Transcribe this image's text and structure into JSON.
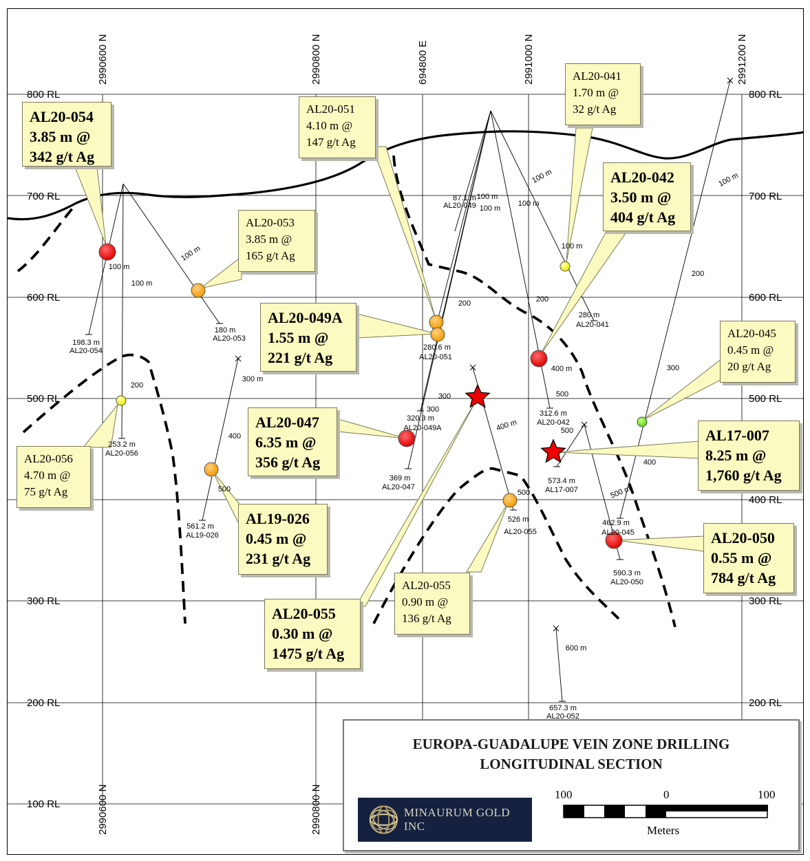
{
  "map": {
    "grid_northings_top": [
      "2990600 N",
      "2990800 N",
      "694800 E",
      "2991000 N",
      "2991200 N"
    ],
    "grid_northings_bottom": [
      "2990600 N",
      "2990800 N"
    ],
    "elevations": [
      "800 RL",
      "700 RL",
      "600 RL",
      "500 RL",
      "400 RL",
      "300 RL",
      "200 RL",
      "100 RL"
    ]
  },
  "drill_labels": {
    "al20_054": {
      "depth": "198.3 m",
      "name": "AL20-054",
      "m1": "100 m"
    },
    "al20_056": {
      "depth": "253.2 m",
      "name": "AL20-056",
      "m1": "100 m",
      "m2": "200"
    },
    "al20_053": {
      "depth": "180 m",
      "name": "AL20-053",
      "m1": "100 m"
    },
    "al19_026": {
      "depth": "561.2 m",
      "name": "AL19-026",
      "m1": "300 m",
      "m2": "400",
      "m3": "500"
    },
    "al20_051": {
      "depth": "280.6 m",
      "name": "AL20-051",
      "m2": "200"
    },
    "al20_049a": {
      "depth": "320.3 m",
      "name": "AL20-049A",
      "m3": "300"
    },
    "al20_047": {
      "depth": "369 m",
      "name": "AL20-047",
      "m3": "300"
    },
    "cluster": {
      "a": "87.1 m",
      "b": "100 m",
      "c": "AL20-049",
      "d": "100 m",
      "e": "100 m"
    },
    "al20_055": {
      "depth": "526 m",
      "name": "AL20-055",
      "m4": "400 m",
      "m5": "500"
    },
    "al20_042": {
      "depth": "312.6 m",
      "name": "AL20-042",
      "m1": "100 m",
      "m2": "200"
    },
    "al20_041": {
      "depth": "280 m",
      "name": "AL20-041",
      "m1": "100 m"
    },
    "al17_007": {
      "depth": "573.4 m",
      "name": "AL17-007",
      "m4": "400 m",
      "m5": "500"
    },
    "al20_045": {
      "depth": "462.9 m",
      "name": "AL20-045",
      "m1": "100 m",
      "m2": "200",
      "m3": "300",
      "m4": "400"
    },
    "al20_050": {
      "depth": "590.3 m",
      "name": "AL20-050",
      "m5": "500 m"
    },
    "al20_052": {
      "depth": "657.3 m",
      "name": "AL20-052",
      "m6": "600 m"
    }
  },
  "callouts": {
    "al20_054": [
      "AL20-054",
      "3.85 m @",
      "342 g/t Ag"
    ],
    "al20_053": [
      "AL20-053",
      "3.85 m @",
      "165 g/t Ag"
    ],
    "al20_051": [
      "AL20-051",
      "4.10 m @",
      "147 g/t Ag"
    ],
    "al20_041": [
      "AL20-041",
      "1.70 m @",
      "32 g/t Ag"
    ],
    "al20_042": [
      "AL20-042",
      "3.50 m @",
      "404 g/t Ag"
    ],
    "al20_049a": [
      "AL20-049A",
      "1.55 m @",
      "221 g/t Ag"
    ],
    "al20_045": [
      "AL20-045",
      "0.45 m @",
      "20 g/t Ag"
    ],
    "al20_047": [
      "AL20-047",
      "6.35 m @",
      "356 g/t Ag"
    ],
    "al17_007": [
      "AL17-007",
      "8.25 m @",
      "1,760 g/t Ag"
    ],
    "al20_056": [
      "AL20-056",
      "4.70 m @",
      "75 g/t Ag"
    ],
    "al19_026": [
      "AL19-026",
      "0.45 m @",
      "231 g/t Ag"
    ],
    "al20_050": [
      "AL20-050",
      "0.55 m @",
      "784 g/t Ag"
    ],
    "al20_055a": [
      "AL20-055",
      "0.90 m @",
      "136 g/t Ag"
    ],
    "al20_055b": [
      "AL20-055",
      "0.30 m @",
      "1475 g/t Ag"
    ]
  },
  "legend": {
    "title1": "EUROPA-GUADALUPE VEIN ZONE DRILLING",
    "title2": "LONGITUDINAL SECTION",
    "scale_left": "100",
    "scale_mid": "0",
    "scale_right": "100",
    "scale_unit": "Meters",
    "logo_text": "MINAURUM GOLD INC"
  },
  "colors": {
    "high_grade": "#ff0000",
    "mid_grade": "#ffa500",
    "low_grade": "#ffff00",
    "very_low_grade": "#66ff00",
    "star": "#ee0000",
    "callout_bg": "#fbfac0"
  }
}
